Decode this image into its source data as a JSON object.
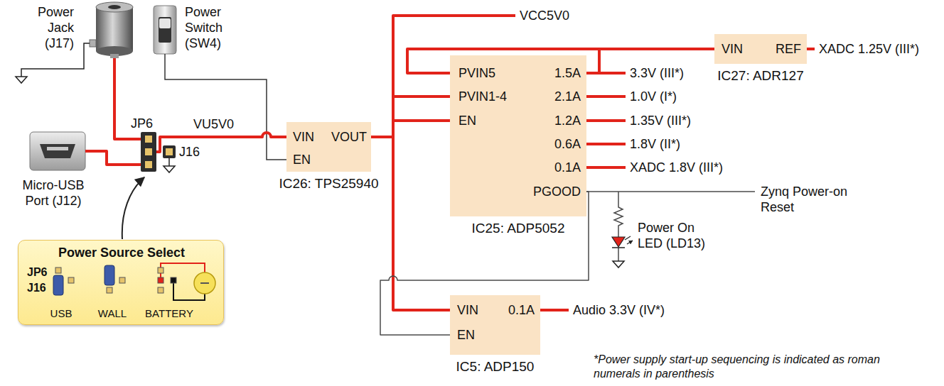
{
  "diagram": {
    "nodes": [
      {
        "text": [
          "VIN",
          "VOUT",
          "EN",
          "IC26: TPS25940"
        ]
      },
      {
        "text": [
          "PVIN5",
          "PVIN1-4",
          "EN",
          "1.5A",
          "2.1A",
          "1.2A",
          "0.6A",
          "0.1A",
          "PGOOD",
          "IC25: ADP5052"
        ]
      },
      {
        "text": [
          "VIN",
          "REF",
          "IC27: ADR127"
        ]
      },
      {
        "text": [
          "VIN",
          "0.1A",
          "EN",
          "IC5: ADP150"
        ]
      },
      {
        "text": [
          "Power Source Select",
          "JP6 J16",
          "USB",
          "WALL",
          "BATTERY"
        ]
      }
    ],
    "edges": [
      {
        "from": 0,
        "to": 1,
        "arrow": "none"
      },
      {
        "from": 0,
        "to": 3,
        "arrow": "none"
      },
      {
        "from": 1,
        "to": 2,
        "arrow": "none"
      },
      {
        "from": 1,
        "to": 3,
        "arrow": "none"
      }
    ],
    "labels": [
      "Power Jack (J17)",
      "Power Switch (SW4)",
      "Micro-USB Port (J12)",
      "JP6",
      "J16",
      "VU5V0",
      "VCC5V0",
      "XADC 1.25V (III*)",
      "3.3V (III*)",
      "1.0V (I*)",
      "1.35V (III*)",
      "1.8V (II*)",
      "XADC 1.8V (III*)",
      "Zynq Power-on Reset",
      "Power On LED (LD13)",
      "Audio 3.3V (IV*)",
      "*Power supply start-up sequencing is indicated as roman numerals in parenthesis"
    ]
  }
}
